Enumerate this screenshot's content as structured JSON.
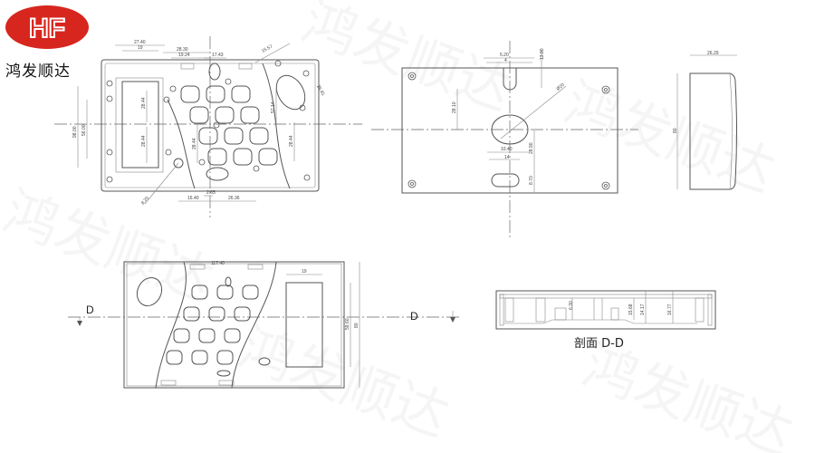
{
  "logo": {
    "mark": "HF",
    "company_name": "鸿发顺达",
    "brand_color": "#d7261e"
  },
  "watermark": "鸿发顺达",
  "front_view": {
    "dimensions": [
      "27.40",
      "19",
      "28.30",
      "19.24",
      "17.43",
      "15.57",
      "26.81",
      "28.44",
      "28.44",
      "57.14",
      "28.44",
      "28.44",
      "2.65",
      "16.40",
      "26.36",
      "8.20",
      "98.00",
      "56.00"
    ]
  },
  "back_view": {
    "dimensions": [
      "5.20",
      "4",
      "13.80",
      "28.10",
      "Ø20",
      "10.40",
      "14",
      "28.90",
      "8.70"
    ]
  },
  "side_view": {
    "dimensions": [
      "26.29",
      "80"
    ]
  },
  "bottom_view": {
    "dimensions": [
      "117.40",
      "19",
      "59.60",
      "80"
    ],
    "section_marks": [
      "D",
      "D"
    ]
  },
  "section_view": {
    "title": "剖面 D-D",
    "dimensions": [
      "6.30",
      "15.68",
      "14.17",
      "16.77"
    ]
  }
}
